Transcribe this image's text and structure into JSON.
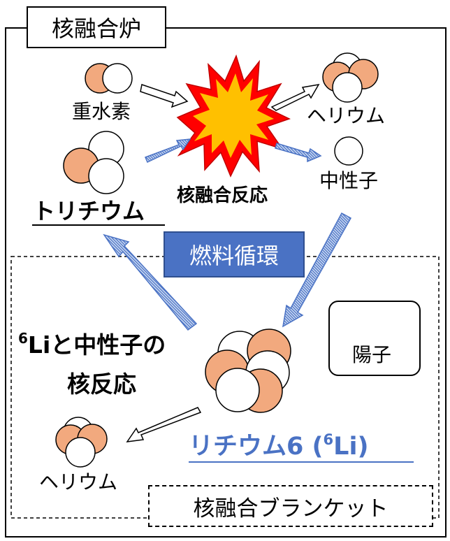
{
  "reactor_title": "核融合炉",
  "fuel_cycle_label": "燃料循環",
  "blanket_label": "核融合ブランケット",
  "deuterium_label": "重水素",
  "tritium_label": "トリチウム",
  "fusion_reaction_label": "核融合反応",
  "helium_label_top": "ヘリウム",
  "neutron_label": "中性子",
  "li6_reaction": {
    "superscript": "6",
    "line1_rest": "Liと中性子の",
    "line2": "核反応"
  },
  "lithium6_label": {
    "main": "リチウム6 (",
    "superscript": "6",
    "end": "Li)"
  },
  "helium_label_bottom": "ヘリウム",
  "proton_legend_label": "陽子",
  "colors": {
    "proton": "#f2a97e",
    "neutron": "#ffffff",
    "fuel_box": "#4a72c4",
    "lithium_text": "#4a72c4",
    "explosion_outer": "#ff0000",
    "explosion_inner": "#ffc000",
    "hatched_arrow": "#4a72c4"
  }
}
